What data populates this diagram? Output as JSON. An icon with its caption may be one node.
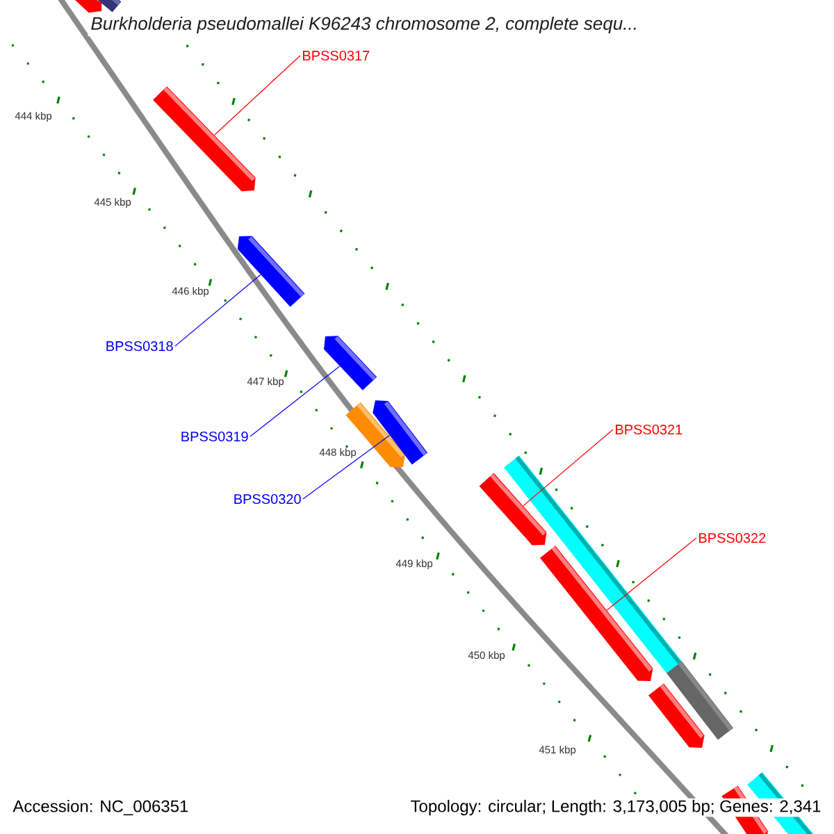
{
  "diagram": {
    "title": "*Burkholderia pseudomallei* K96243 chromosome 2, complete sequ...",
    "nodes": [
      {
        "text": [
          "BPSS0317"
        ]
      },
      {
        "text": [],
        "shape": "bar"
      },
      {
        "text": [
          "BPSS0318"
        ]
      },
      {
        "text": [],
        "shape": "bar"
      },
      {
        "text": [
          "BPSS0319"
        ]
      },
      {
        "text": [],
        "shape": "bar"
      },
      {
        "text": [],
        "shape": "bar"
      },
      {
        "text": [
          "BPSS0320"
        ]
      },
      {
        "text": [],
        "shape": "bar"
      },
      {
        "text": [
          "BPSS0321"
        ]
      },
      {
        "text": [],
        "shape": "bar"
      },
      {
        "text": [],
        "shape": "bar"
      },
      {
        "text": [
          "BPSS0322"
        ]
      },
      {
        "text": [],
        "shape": "bar"
      },
      {
        "text": [],
        "shape": "bar"
      },
      {
        "text": [],
        "shape": "bar"
      },
      {
        "text": [],
        "shape": "bar"
      },
      {
        "text": [],
        "shape": "bar"
      },
      {
        "text": [],
        "shape": "bar"
      },
      {
        "text": [],
        "shape": "bar"
      }
    ],
    "edges": [
      {
        "from": 0,
        "to": 1,
        "arrow": "none",
        "color": "#ff0000"
      },
      {
        "from": 2,
        "to": 3,
        "arrow": "none",
        "color": "#0000ff"
      },
      {
        "from": 4,
        "to": 5,
        "arrow": "none",
        "color": "#0000ff"
      },
      {
        "from": 7,
        "to": 8,
        "arrow": "none",
        "color": "#0000ff"
      },
      {
        "from": 9,
        "to": 11,
        "arrow": "none",
        "color": "#ff0000"
      },
      {
        "from": 12,
        "to": 13,
        "arrow": "none",
        "color": "#ff0000"
      }
    ],
    "labels": [
      "444 kbp",
      "445 kbp",
      "446 kbp",
      "447 kbp",
      "448 kbp",
      "449 kbp",
      "450 kbp",
      "451 kbp",
      "Accession: NC_006351",
      "Topology: circular; Length: 3,173,005 bp; Genes: 2,341"
    ]
  }
}
